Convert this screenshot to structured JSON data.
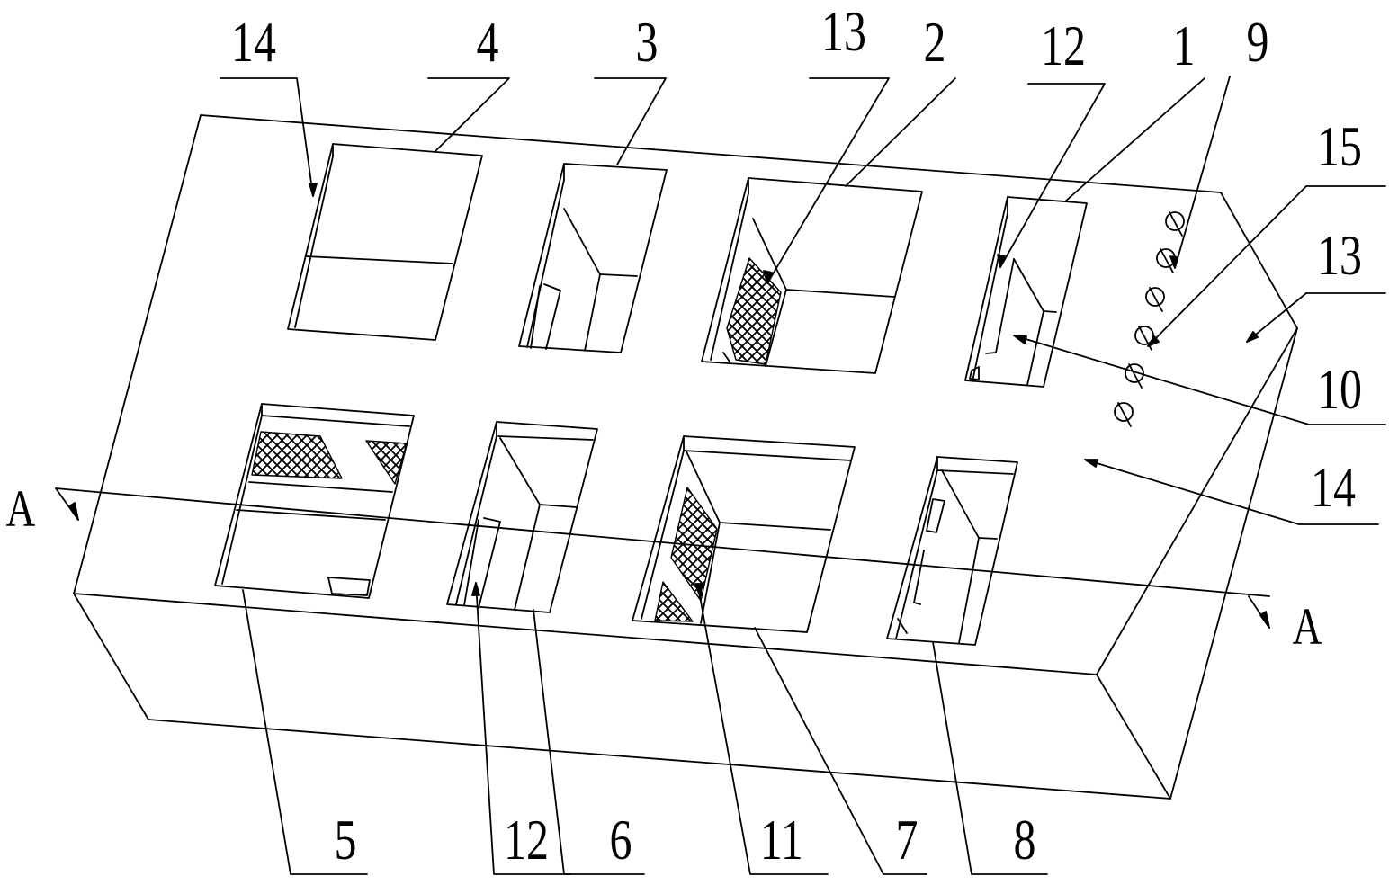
{
  "labels": {
    "l14_top": "14",
    "l4": "4",
    "l3": "3",
    "l13_top": "13",
    "l2": "2",
    "l12_top": "12",
    "l1": "1",
    "l9": "9",
    "l15": "15",
    "l13_right": "13",
    "l10": "10",
    "l14_right": "14",
    "l5": "5",
    "l12_bottom": "12",
    "l6": "6",
    "l11": "11",
    "l7": "7",
    "l8": "8"
  },
  "section": {
    "left": "A",
    "right": "A"
  },
  "colors": {
    "line": "#000000",
    "background": "#ffffff"
  }
}
